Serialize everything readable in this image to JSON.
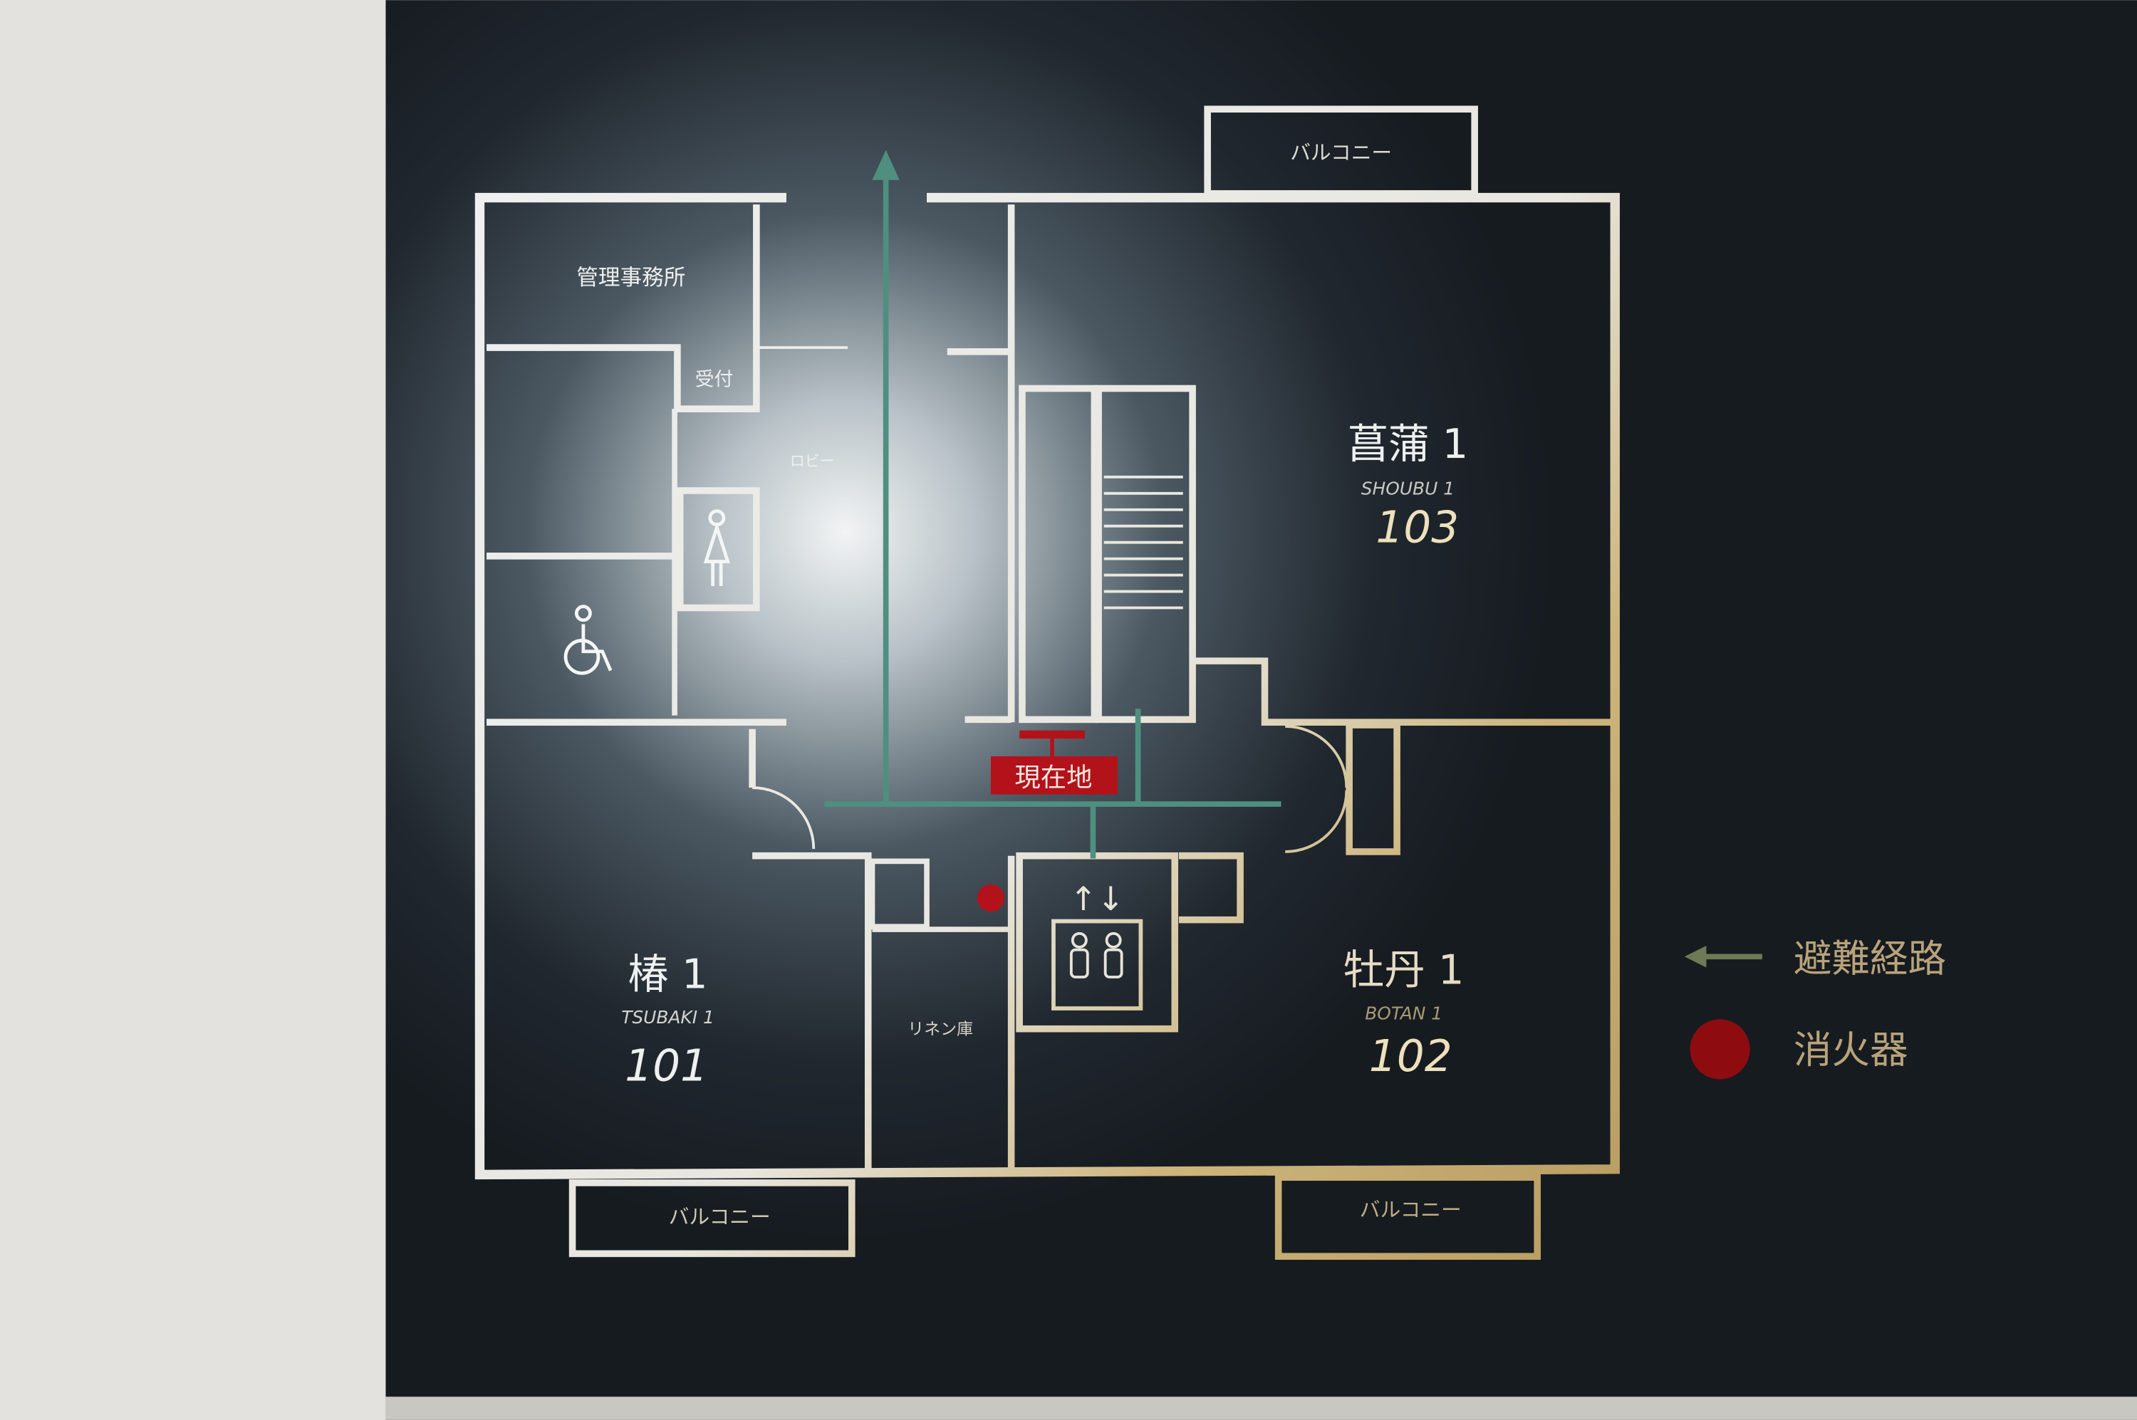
{
  "colors": {
    "wall": "#e6e4e0",
    "board": "#1b2128",
    "line_white": "#eef0f0",
    "line_gold": "#cdb57c",
    "route_green": "#4f8f80",
    "marker_red": "#b3121a"
  },
  "balconies": {
    "top": "バルコニー",
    "bottom_left": "バルコニー",
    "bottom_right": "バルコニー"
  },
  "rooms": {
    "office": "管理事務所",
    "reception": "受付",
    "lobby": "ロビー",
    "linen": "リネン庫",
    "r103": {
      "name_jp": "菖蒲 1",
      "name_en": "SHOUBU 1",
      "number": "103"
    },
    "r101": {
      "name_jp": "椿 1",
      "name_en": "TSUBAKI 1",
      "number": "101"
    },
    "r102": {
      "name_jp": "牡丹 1",
      "name_en": "BOTAN 1",
      "number": "102"
    }
  },
  "current_location": "現在地",
  "elevator_arrows": "↑↓",
  "legend": {
    "evacuation_route": "避難経路",
    "fire_extinguisher": "消火器"
  }
}
